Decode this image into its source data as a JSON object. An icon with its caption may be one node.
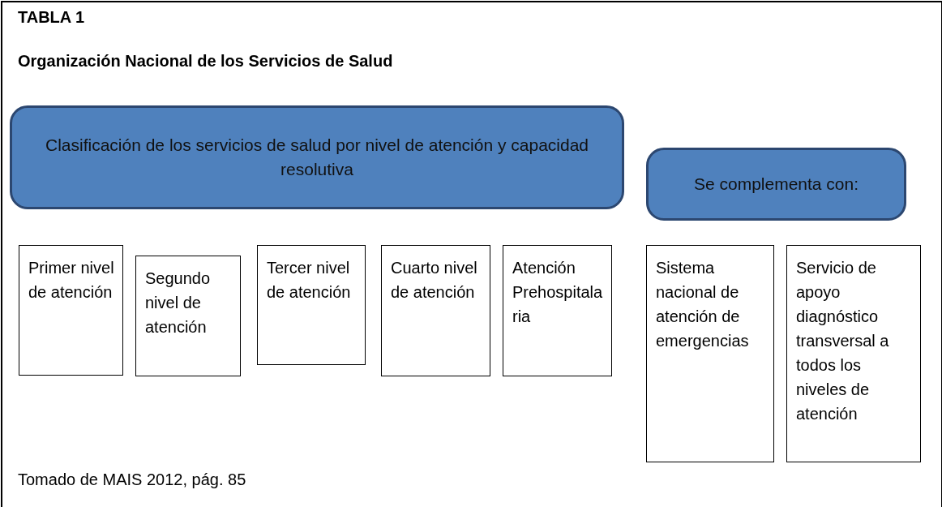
{
  "diagram": {
    "title": "TABLA 1",
    "nodes": [
      {
        "text": [
          "Clasificación de los servicios de salud por nivel de atención y capacidad resolutiva"
        ]
      },
      {
        "text": [
          "Se complementa con:"
        ]
      },
      {
        "text": [
          "Primer nivel de atención"
        ]
      },
      {
        "text": [
          "Segundo nivel de atención"
        ]
      },
      {
        "text": [
          "Tercer nivel de atención"
        ]
      },
      {
        "text": [
          "Cuarto nivel de atención"
        ]
      },
      {
        "text": [
          "Atención Prehospitalaria"
        ]
      },
      {
        "text": [
          "Sistema nacional de atención de emergencias"
        ]
      },
      {
        "text": [
          "Servicio de apoyo diagnóstico transversal a todos los niveles de atención"
        ]
      }
    ],
    "labels": [
      "Organización Nacional de los Servicios de Salud"
    ],
    "caption": "Tomado de MAIS 2012, pág. 85"
  }
}
